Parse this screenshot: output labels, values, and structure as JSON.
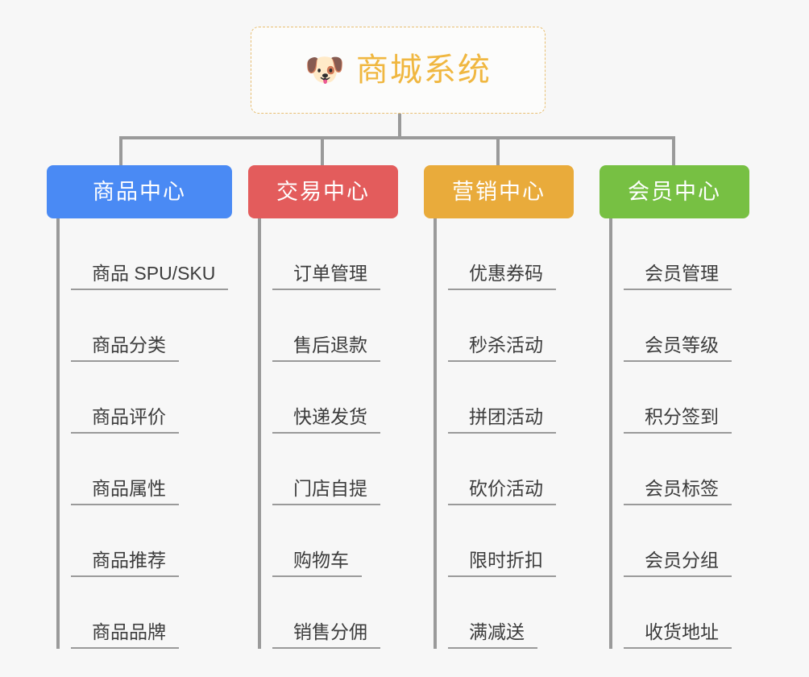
{
  "page": {
    "background": "#f7f7f7",
    "connector_color": "#9a9a9a"
  },
  "root": {
    "icon": "dog-face-emoji",
    "emoji": "🐶",
    "title": "商城系统",
    "title_color": "#f0b740",
    "border_color": "#e8bf72"
  },
  "columns": [
    {
      "id": "product-center",
      "title": "商品中心",
      "color": "#4a8af4",
      "items": [
        "商品 SPU/SKU",
        "商品分类",
        "商品评价",
        "商品属性",
        "商品推荐",
        "商品品牌"
      ]
    },
    {
      "id": "trade-center",
      "title": "交易中心",
      "color": "#e35c5c",
      "items": [
        "订单管理",
        "售后退款",
        "快递发货",
        "门店自提",
        "购物车",
        "销售分佣"
      ]
    },
    {
      "id": "marketing-center",
      "title": "营销中心",
      "color": "#e9ab3b",
      "items": [
        "优惠券码",
        "秒杀活动",
        "拼团活动",
        "砍价活动",
        "限时折扣",
        "满减送"
      ]
    },
    {
      "id": "member-center",
      "title": "会员中心",
      "color": "#77c043",
      "items": [
        "会员管理",
        "会员等级",
        "积分签到",
        "会员标签",
        "会员分组",
        "收货地址"
      ]
    }
  ]
}
